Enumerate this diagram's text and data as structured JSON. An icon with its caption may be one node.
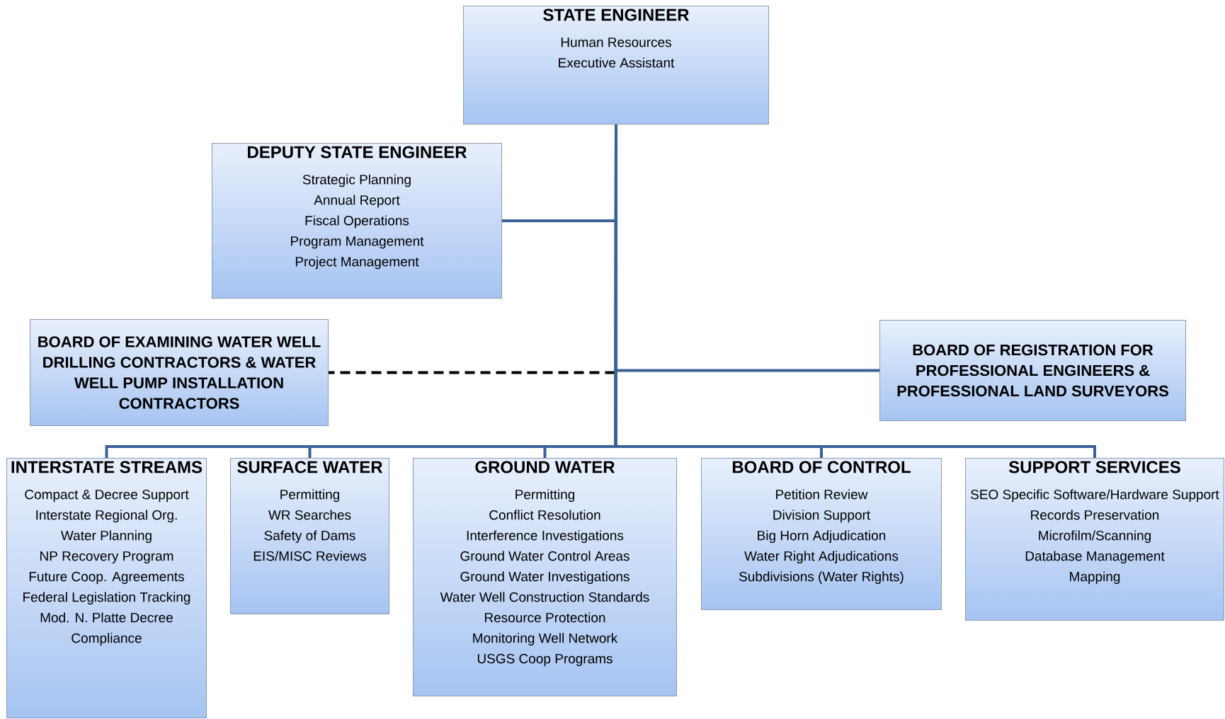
{
  "diagram": {
    "nodes": [
      {
        "text": [
          "STATE ENGINEER",
          "Human Resources",
          "Executive Assistant"
        ]
      },
      {
        "text": [
          "DEPUTY STATE ENGINEER",
          "Strategic Planning",
          "Annual Report",
          "Fiscal Operations",
          "Program Management",
          "Project Management"
        ]
      },
      {
        "text": [
          "BOARD OF EXAMINING WATER WELL DRILLING CONTRACTORS & WATER WELL PUMP INSTALLATION CONTRACTORS"
        ]
      },
      {
        "text": [
          "BOARD OF REGISTRATION FOR PROFESSIONAL ENGINEERS & PROFESSIONAL LAND SURVEYORS"
        ]
      },
      {
        "text": [
          "INTERSTATE STREAMS",
          "Compact & Decree Support",
          "Interstate Regional Org.",
          "Water Planning",
          "NP Recovery Program",
          "Future Coop. Agreements",
          "Federal Legislation Tracking",
          "Mod. N. Platte Decree Compliance"
        ]
      },
      {
        "text": [
          "SURFACE WATER",
          "Permitting",
          "WR Searches",
          "Safety of Dams",
          "EIS/MISC Reviews"
        ]
      },
      {
        "text": [
          "GROUND WATER",
          "Permitting",
          "Conflict Resolution",
          "Interference Investigations",
          "Ground Water Control Areas",
          "Ground Water Investigations",
          "Water Well Construction Standards",
          "Resource Protection",
          "Monitoring Well Network",
          "USGS Coop Programs"
        ]
      },
      {
        "text": [
          "BOARD OF CONTROL",
          "Petition Review",
          "Division Support",
          "Big Horn Adjudication",
          "Water Right Adjudications",
          "Subdivisions (Water Rights)"
        ]
      },
      {
        "text": [
          "SUPPORT SERVICES",
          "SEO Specific Software/Hardware Support",
          "Records Preservation",
          "Microfilm/Scanning",
          "Database Management",
          "Mapping"
        ]
      }
    ],
    "edges": [
      {
        "from": 0,
        "to": 2,
        "arrow": "none",
        "style": "dashed",
        "color": "#000000"
      },
      {
        "from": 0,
        "to": 1,
        "arrow": "none"
      },
      {
        "from": 0,
        "to": 3,
        "arrow": "none"
      },
      {
        "from": 0,
        "to": 4,
        "arrow": "none"
      },
      {
        "from": 0,
        "to": 5,
        "arrow": "none"
      },
      {
        "from": 0,
        "to": 6,
        "arrow": "none"
      },
      {
        "from": 0,
        "to": 7,
        "arrow": "none"
      },
      {
        "from": 0,
        "to": 8,
        "arrow": "none"
      }
    ]
  }
}
